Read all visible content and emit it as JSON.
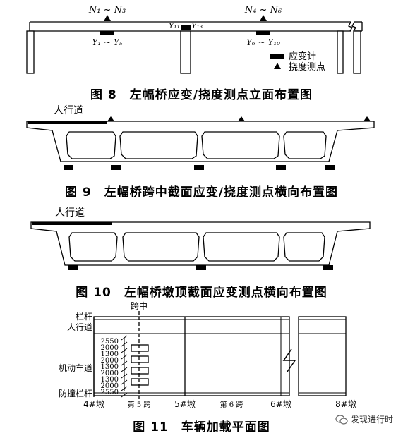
{
  "fig8": {
    "caption": "图 8　左幅桥应变/挠度测点立面布置图",
    "labels": {
      "n_left": "N₁ ~ N₃",
      "n_right": "N₄ ~ N₆",
      "y_mid": "Y₁₁ ~ Y₁₃",
      "y_left": "Y₁ ~ Y₅",
      "y_right": "Y₆ ~ Y₁₀"
    },
    "legend": {
      "strain": "应变计",
      "deflection": "挠度测点"
    }
  },
  "fig9": {
    "caption": "图 9　左幅桥跨中截面应变/挠度测点横向布置图",
    "sidewalk": "人行道"
  },
  "fig10": {
    "caption": "图 10　左幅桥墩顶截面应变测点横向布置图",
    "sidewalk": "人行道"
  },
  "fig11": {
    "caption": "图 11　车辆加载平面图",
    "span_center": "跨中",
    "left_labels": {
      "railing": "栏杆",
      "sidewalk": "人行道",
      "lane": "机动车道",
      "barrier": "防撞栏杆"
    },
    "dims": [
      "2550",
      "2000",
      "1300",
      "2000",
      "1300",
      "2000",
      "1300",
      "2000",
      "2550"
    ],
    "bottom": {
      "pier4": "4#墩",
      "span5": "第 5 跨",
      "pier5": "5#墩",
      "span6": "第 6 跨",
      "pier6": "6#墩",
      "pier8": "8#墩"
    }
  },
  "watermark": "发现进行时"
}
